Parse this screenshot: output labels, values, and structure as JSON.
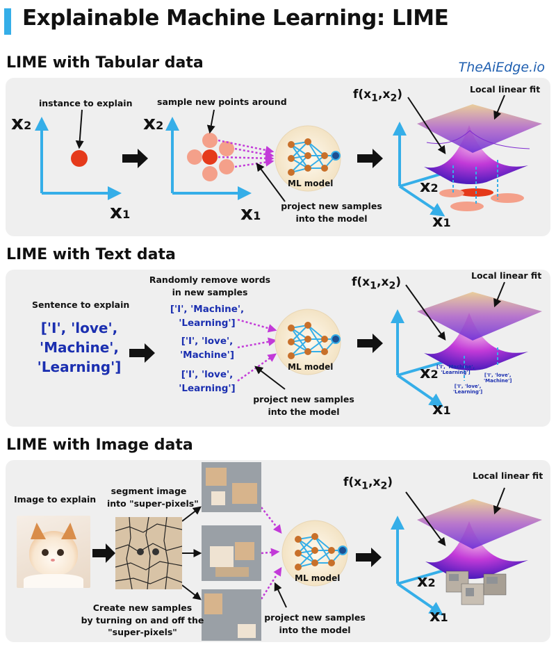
{
  "header": {
    "title": "Explainable Machine Learning: LIME",
    "brand": "TheAiEdge.io"
  },
  "colors": {
    "accent": "#35aee8",
    "axis": "#35aee8",
    "instance": "#e53a1b",
    "samples": "#f4a08a",
    "arrow_dotted": "#c23ad8",
    "text_blue": "#1b2fb0",
    "panel_bg": "#efefef"
  },
  "axes": {
    "x1": "x",
    "x1_sub": "1",
    "x2": "x",
    "x2_sub": "2",
    "fx": "f(x",
    "fx_sub1": "1",
    "fx_comma": ",x",
    "fx_sub2": "2",
    "fx_close": ")"
  },
  "model_label": "ML model",
  "local_fit_label": "Local linear fit",
  "tabular": {
    "title": "LIME with Tabular data",
    "instance_label": "instance to explain",
    "sample_label": "sample new points around",
    "project_label_1": "project new samples",
    "project_label_2": "into the model"
  },
  "text": {
    "title": "LIME with Text data",
    "sentence_label": "Sentence to explain",
    "sentence_lines": [
      "['I', 'love',",
      "'Machine',",
      "'Learning']"
    ],
    "remove_label_1": "Randomly remove words",
    "remove_label_2": "in new samples",
    "samples": [
      [
        "['I', 'Machine',",
        "'Learning']"
      ],
      [
        "['I', 'love',",
        "'Machine']"
      ],
      [
        "['I', 'love',",
        "'Learning']"
      ]
    ],
    "mini_samples": [
      [
        "['I', 'Machine',",
        "'Learning']"
      ],
      [
        "['I', 'love',",
        "'Machine']"
      ],
      [
        "['I', 'love',",
        "'Learning']"
      ]
    ],
    "project_label_1": "project new samples",
    "project_label_2": "into the model"
  },
  "image": {
    "title": "LIME with Image data",
    "image_label": "Image to explain",
    "segment_label_1": "segment image",
    "segment_label_2": "into \"super-pixels\"",
    "create_label_1": "Create new samples",
    "create_label_2": "by turning on and off  the",
    "create_label_3": "\"super-pixels\"",
    "project_label_1": "project new samples",
    "project_label_2": "into the model"
  }
}
